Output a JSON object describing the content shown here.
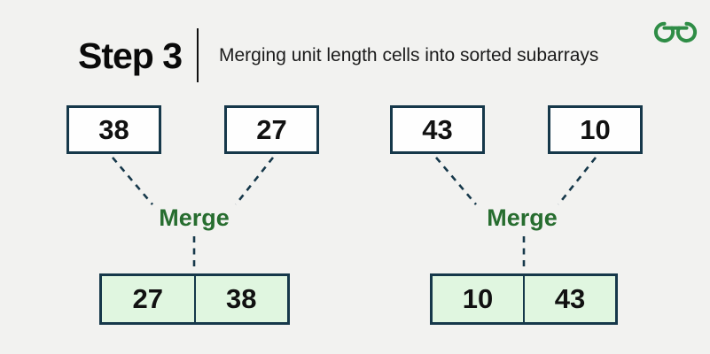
{
  "header": {
    "step_label": "Step 3",
    "subtitle": "Merging unit length cells into sorted subarrays"
  },
  "logo_icon": "geeksforgeeks-logo",
  "colors": {
    "background": "#f2f2f0",
    "box_border": "#16384a",
    "connector_dash": "#16384a",
    "merge_label_green": "#276d2f",
    "merged_cell_fill": "#e0f6e0",
    "top_cell_fill": "#fefefe",
    "logo_green": "#2f8d46",
    "text": "#111111"
  },
  "diagram": {
    "groups": [
      {
        "top_cells": [
          "38",
          "27"
        ],
        "merge_label": "Merge",
        "merged_cells": [
          "27",
          "38"
        ]
      },
      {
        "top_cells": [
          "43",
          "10"
        ],
        "merge_label": "Merge",
        "merged_cells": [
          "10",
          "43"
        ]
      }
    ]
  }
}
